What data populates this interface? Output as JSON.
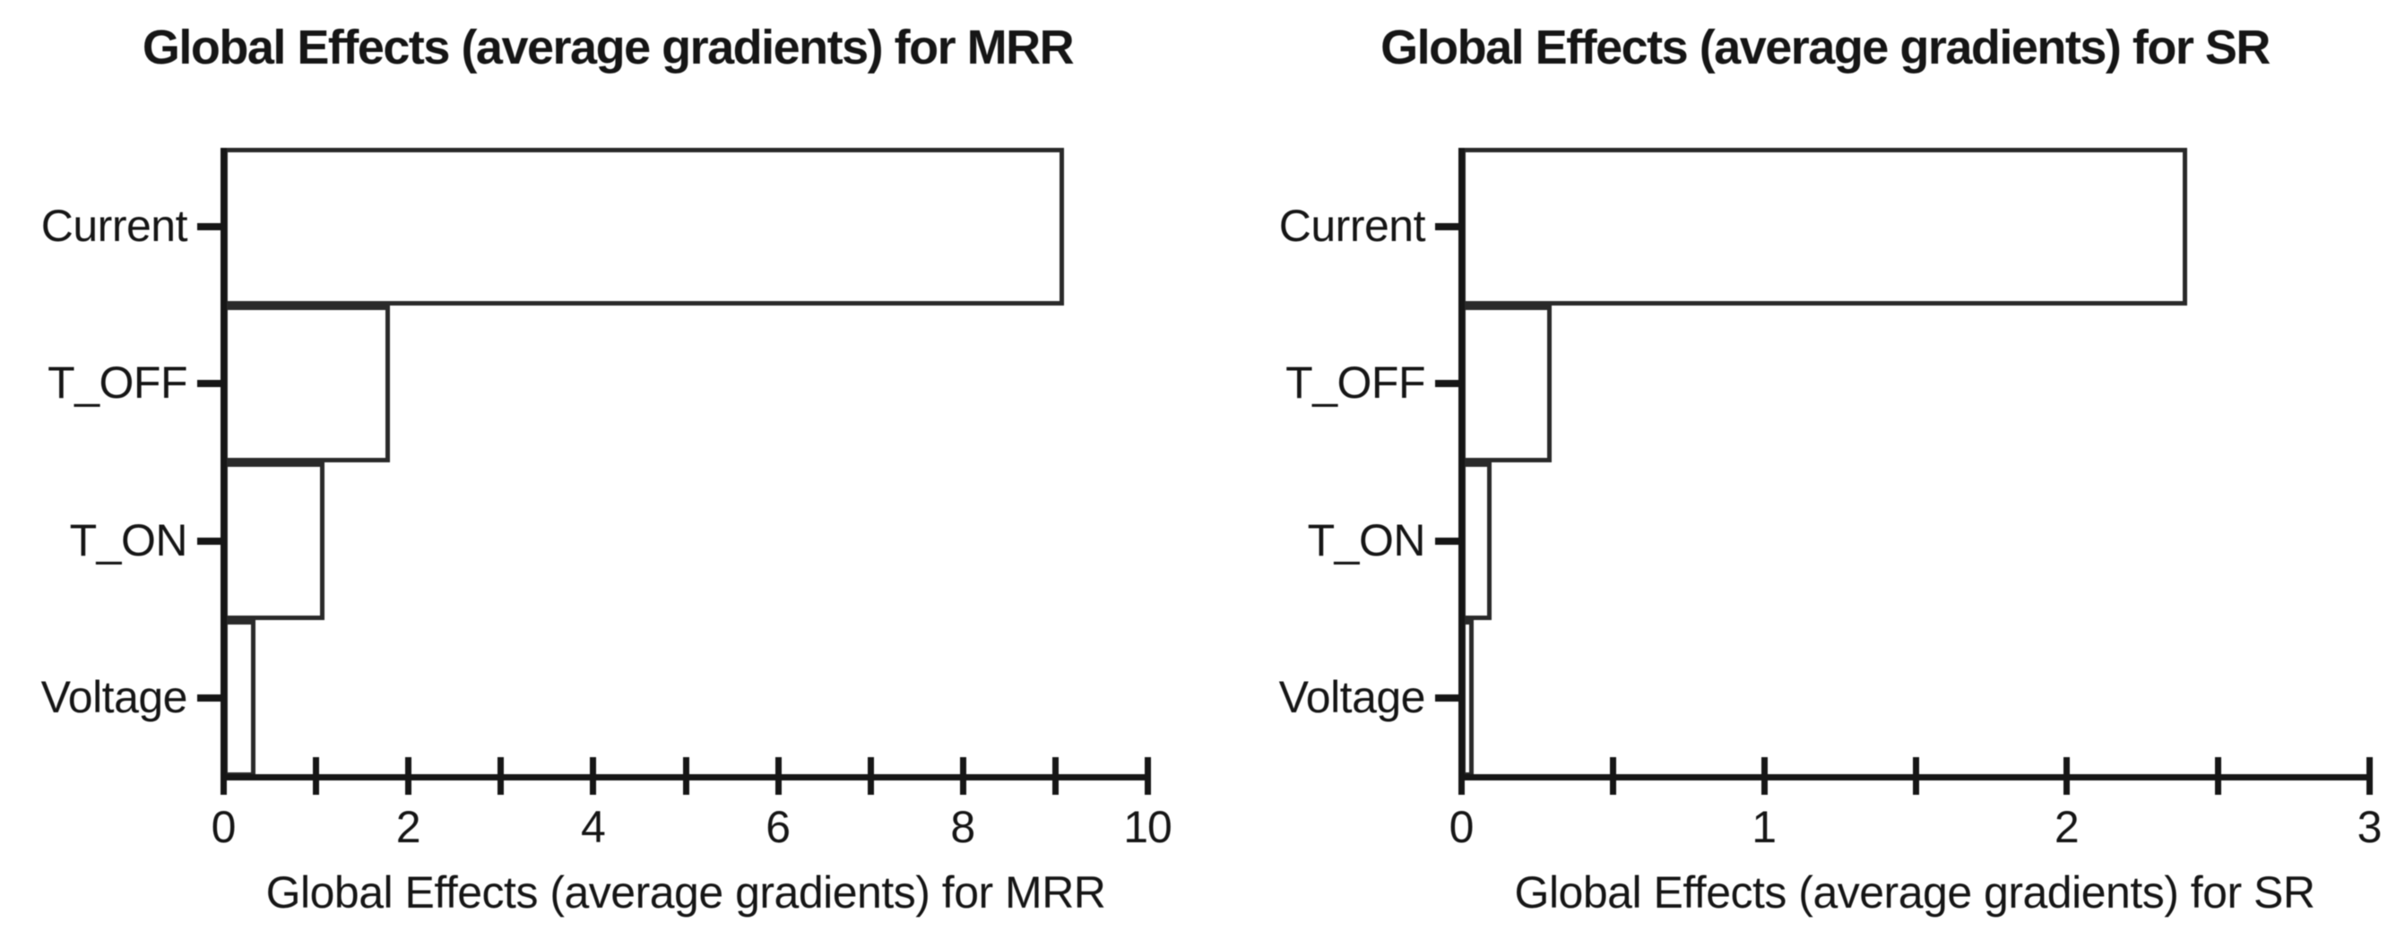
{
  "figure": {
    "background": "#ffffff"
  },
  "colors": {
    "ink": "#161616",
    "bar_fill": "#ffffff",
    "bar_stroke": "#2a2a2a"
  },
  "chart_data": [
    {
      "type": "bar",
      "orientation": "horizontal",
      "title": "Global Effects (average gradients) for MRR",
      "xlabel": "Global Effects (average gradients) for MRR",
      "ylabel": "",
      "categories": [
        "Current",
        "T_OFF",
        "T_ON",
        "Voltage"
      ],
      "values": [
        9.1,
        1.8,
        1.1,
        0.35
      ],
      "xlim": [
        0,
        10
      ],
      "xtick_labels": [
        "0",
        "2",
        "4",
        "6",
        "8",
        "10"
      ],
      "xtick_label_values": [
        0,
        2,
        4,
        6,
        8,
        10
      ],
      "xtick_minor_step": 1,
      "grid": "off",
      "legend": "none"
    },
    {
      "type": "bar",
      "orientation": "horizontal",
      "title": "Global Effects (average gradients) for SR",
      "xlabel": "Global Effects (average gradients) for SR",
      "ylabel": "",
      "categories": [
        "Current",
        "T_OFF",
        "T_ON",
        "Voltage"
      ],
      "values": [
        2.4,
        0.3,
        0.1,
        0.04
      ],
      "xlim": [
        0,
        3
      ],
      "xtick_labels": [
        "0",
        "1",
        "2",
        "3"
      ],
      "xtick_label_values": [
        0,
        1,
        2,
        3
      ],
      "xtick_minor_step": 0.5,
      "grid": "off",
      "legend": "none"
    }
  ]
}
